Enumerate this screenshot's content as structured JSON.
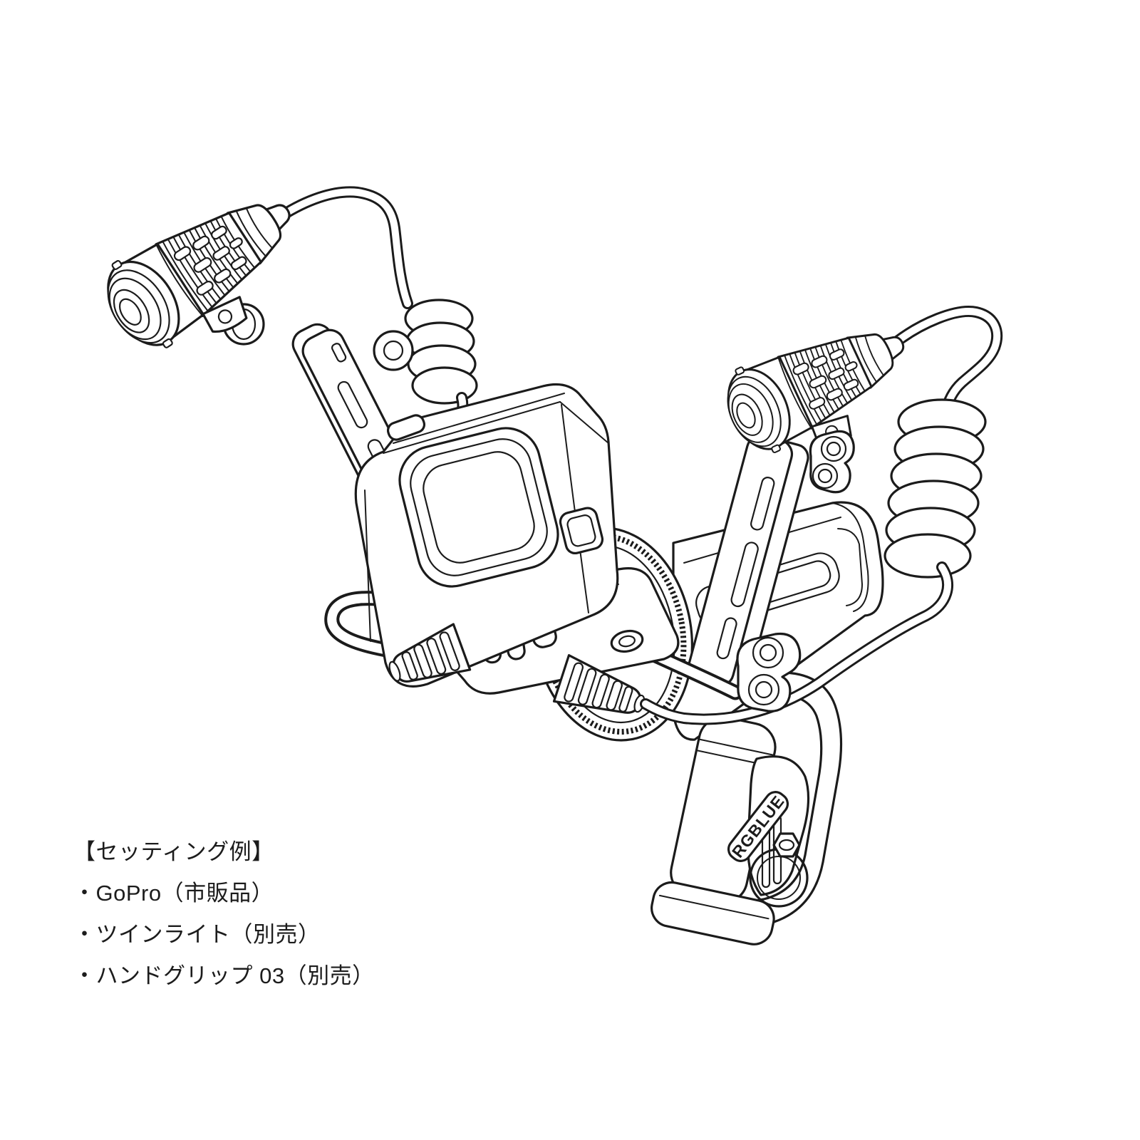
{
  "figure": {
    "caption": {
      "title": "【セッティング例】",
      "items": [
        "・GoPro（市販品）",
        "・ツインライト（別売）",
        "・ハンドグリップ 03（別売）"
      ]
    },
    "labels": {
      "grip_logo": "RGBLUE"
    },
    "colors": {
      "ink": "#1b1b1b",
      "background": "#ffffff"
    },
    "components": [
      "left-dive-light",
      "right-dive-light",
      "left-coiled-cable",
      "right-coiled-cable",
      "gopro-housing",
      "battery-canister",
      "knurled-ring",
      "mount-arms",
      "base-tray",
      "cable-glands",
      "hand-grip"
    ]
  }
}
